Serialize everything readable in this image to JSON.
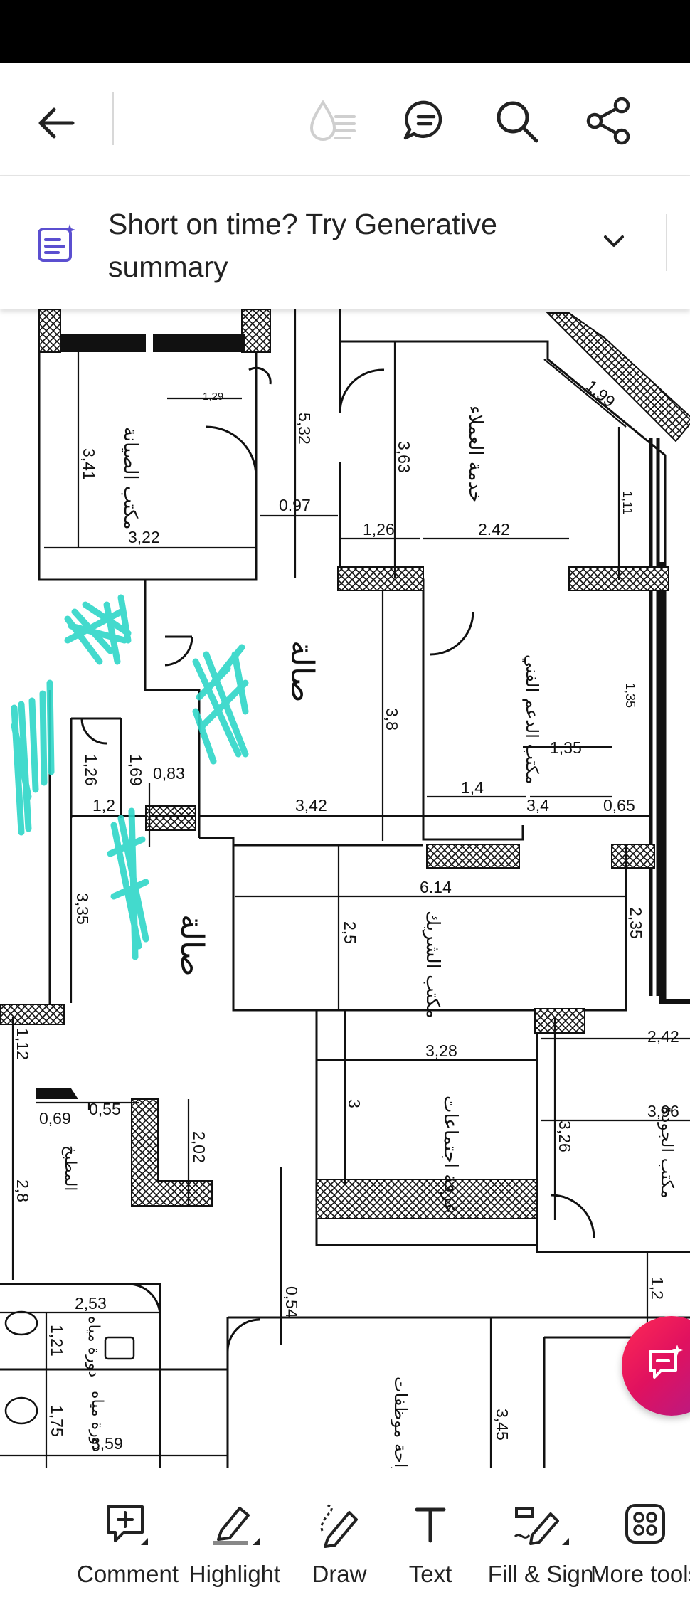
{
  "app": {
    "banner": {
      "text": "Short on time? Try Generative summary"
    }
  },
  "toolbar": {
    "items": [
      {
        "label": "Comment",
        "icon": "comment-icon"
      },
      {
        "label": "Highlight",
        "icon": "highlight-icon"
      },
      {
        "label": "Draw",
        "icon": "draw-icon"
      },
      {
        "label": "Text",
        "icon": "text-icon"
      },
      {
        "label": "Fill & Sign",
        "icon": "fill-sign-icon"
      },
      {
        "label": "More tools",
        "icon": "more-tools-icon"
      }
    ]
  },
  "document": {
    "dimensions": [
      "1,29",
      "5,32",
      "3,41",
      "3,63",
      "3,22",
      "0.97",
      "1,26",
      "2.42",
      "1,99",
      "1,11",
      "3,8",
      "1,35",
      "1,26",
      "1,69",
      "0,83",
      "1,4",
      "1,2",
      "3,42",
      "3,4",
      "0,65",
      "6.14",
      "3,35",
      "2,5",
      "2,35",
      "1,12",
      "3,28",
      "2,42",
      "3",
      "3,96",
      "0,69",
      "0,55",
      "2,02",
      "2,8",
      "3,26",
      "0,54",
      "1,2",
      "2,53",
      "1,21",
      "1,75",
      "3,59",
      "3,45"
    ],
    "room_labels": [
      "مكتب الصيانة",
      "خدمة العملاء",
      "مكتب الدعم الفني",
      "صالة",
      "صالة",
      "مكتب الشريك",
      "غرفة اجتماعات",
      "مكتب الجودة",
      "المطبخ",
      "دورة مياه",
      "دورة مياه",
      "استراحة موظفات"
    ]
  },
  "colors": {
    "accent": "#e0115f",
    "scribble": "#2fd6c8",
    "icon_purple": "#5b4fd0"
  }
}
